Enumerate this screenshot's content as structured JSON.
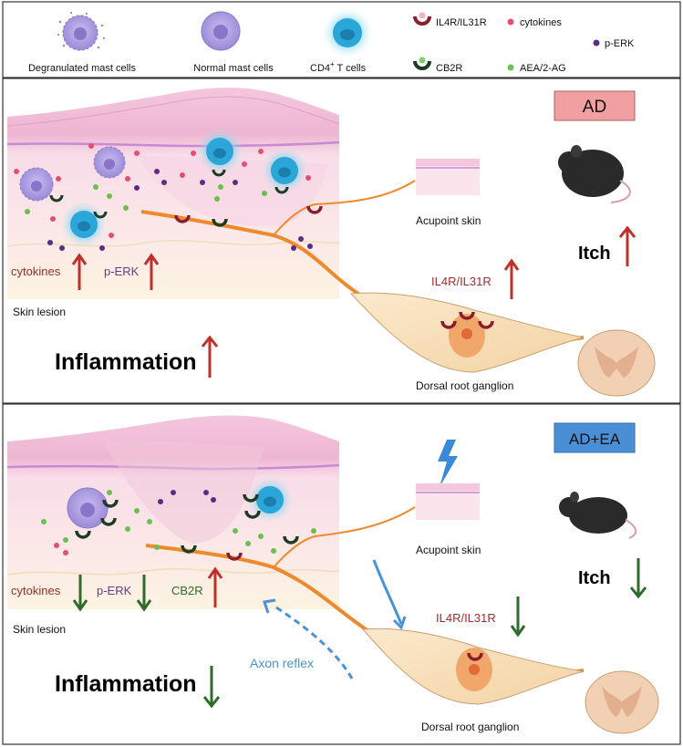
{
  "legend": {
    "degranulated_mast_cells": "Degranulated mast cells",
    "normal_mast_cells": "Normal mast cells",
    "cd4_prefix": "CD4",
    "cd4_sup": "+",
    "cd4_suffix": " T cells",
    "il4r_il31r": "IL4R/IL31R",
    "cytokines": "cytokines",
    "p_erk": "p-ERK",
    "cb2r": "CB2R",
    "aea_2ag": "AEA/2-AG"
  },
  "panel_ad": {
    "badge": "AD",
    "acupoint_skin": "Acupoint skin",
    "itch": "Itch",
    "cytokines": "cytokines",
    "p_erk": "p-ERK",
    "skin_lesion": "Skin lesion",
    "il4r_il31r": "IL4R/IL31R",
    "inflammation": "Inflammation",
    "drg": "Dorsal root ganglion"
  },
  "panel_ea": {
    "badge": "AD+EA",
    "acupoint_skin": "Acupoint skin",
    "itch": "Itch",
    "cytokines": "cytokines",
    "p_erk": "p-ERK",
    "cb2r": "CB2R",
    "skin_lesion": "Skin lesion",
    "il4r_il31r": "IL4R/IL31R",
    "axon_reflex": "Axon reflex",
    "inflammation": "Inflammation",
    "drg": "Dorsal root ganglion"
  },
  "colors": {
    "up_arrow": "#c0302b",
    "down_arrow": "#2f6b2a",
    "ad_badge": "#f0a0a0",
    "ea_badge": "#4a8fd6",
    "nerve": "#ef8a2c",
    "cytokine_dot": "#e2506e",
    "perk_dot": "#5a2d82",
    "aea_dot": "#6cbf4f",
    "tcell": "#2aa6d8",
    "axon_reflex": "#4a92d8",
    "text_cytokines": "#9b2d2d",
    "text_perk": "#6a3a8a",
    "text_cb2r": "#2f6b2a"
  }
}
